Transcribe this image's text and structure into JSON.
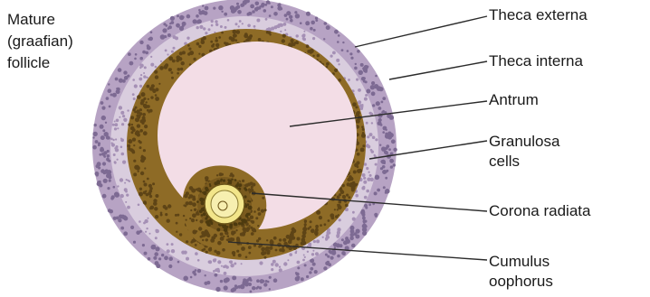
{
  "title_lines": [
    "Mature",
    "(graafian)",
    "follicle"
  ],
  "labels": [
    {
      "id": "theca-externa",
      "lines": [
        "Theca externa"
      ]
    },
    {
      "id": "theca-interna",
      "lines": [
        "Theca interna"
      ]
    },
    {
      "id": "antrum",
      "lines": [
        "Antrum"
      ]
    },
    {
      "id": "granulosa-cells",
      "lines": [
        "Granulosa",
        "cells"
      ]
    },
    {
      "id": "corona-radiata",
      "lines": [
        "Corona radiata"
      ]
    },
    {
      "id": "cumulus-oophorus",
      "lines": [
        "Cumulus",
        "oophorus"
      ]
    }
  ],
  "colors": {
    "theca_externa": "#b7a3c4",
    "theca_dots": "#7d6a93",
    "granulosa": "#8e6b26",
    "granulosa_dots": "#5e4416",
    "antrum": "#f3dde6",
    "zona": "#f2e58a",
    "oocyte": "#f7efb0",
    "leader": "#2b2b2b"
  }
}
